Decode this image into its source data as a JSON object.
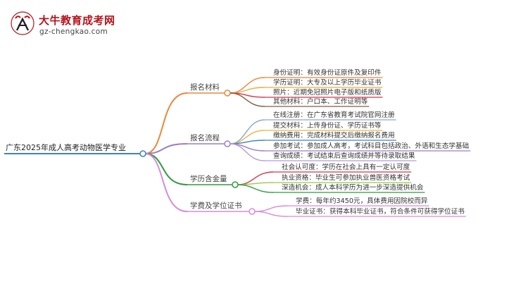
{
  "header": {
    "title": "大牛教育成考网",
    "url": "gz-chengkao.com",
    "logo_text": "大牛"
  },
  "mindmap": {
    "root": "广东2025年成人高考动物医学专业",
    "branches": [
      {
        "label": "报名材料",
        "color": "#e8883a",
        "leaves": [
          "身份证明：有效身份证原件及复印件",
          "学历证明：大专及以上学历毕业证书",
          "照片：近期免冠照片电子版和纸质版",
          "其他材料：户口本、工作证明等"
        ],
        "leaf_colors": [
          "#e8883a",
          "#f1a93a",
          "#d8334a",
          "#8a5a3c"
        ]
      },
      {
        "label": "报名流程",
        "color": "#9b7ec7",
        "leaves": [
          "在线注册：在广东省教育考试院官网注册",
          "提交材料：上传身份证、学历证书等",
          "缴纳费用：完成材料提交后缴纳报名费用",
          "参加考试：参加成人高考，考试科目包括政治、外语和生态学基础",
          "查询成绩：考试结束后查询成绩并等待录取结果"
        ],
        "leaf_colors": [
          "#8da6c9",
          "#e6b84a",
          "#3f82c4",
          "#9b7ec7",
          "#b89bd8"
        ]
      },
      {
        "label": "学历含金量",
        "color": "#2f9b3e",
        "leaves": [
          "社会认可度：学历在社会上具有一定认可度",
          "执业资格：毕业生可参加执业兽医资格考试",
          "深造机会：成人本科学历为进一步深造提供机会"
        ],
        "leaf_colors": [
          "#d8334a",
          "#98c94a",
          "#2f9b3e"
        ]
      },
      {
        "label": "学费及学位证书",
        "color": "#d98ad6",
        "leaves": [
          "学费：每年约3450元，具体费用因院校而异",
          "毕业证书：获得本科毕业证书，符合条件可获得学位证书"
        ],
        "leaf_colors": [
          "#d98ad6",
          "#d98ad6"
        ]
      }
    ]
  }
}
